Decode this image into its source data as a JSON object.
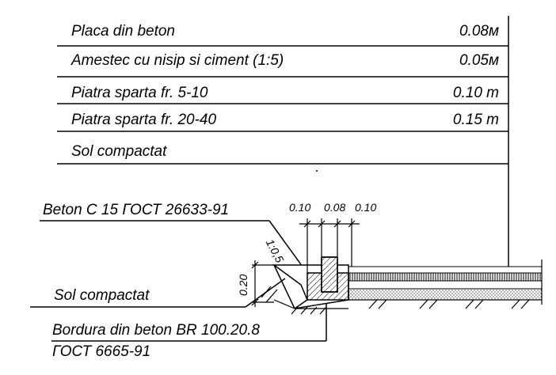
{
  "layers": [
    {
      "name": "Placa din beton",
      "thickness": "0.08м"
    },
    {
      "name": "Amestec cu nisip si ciment (1:5)",
      "thickness": "0.05м"
    },
    {
      "name": "Piatra sparta fr. 5-10",
      "thickness": "0.10 m"
    },
    {
      "name": "Piatra sparta fr. 20-40",
      "thickness": "0.15 m"
    },
    {
      "name": "Sol compactat",
      "thickness": ""
    }
  ],
  "callouts": {
    "beton": "Beton C 15 ГОСТ 26633-91",
    "sol": "Sol compactat",
    "bordura_line1": "Bordura din beton BR 100.20.8",
    "bordura_line2": "ГОСТ 6665-91"
  },
  "dimensions": {
    "top_a": "0.10",
    "top_b": "0.08",
    "top_c": "0.10",
    "height": "0.20",
    "slope": "1:0,5"
  }
}
